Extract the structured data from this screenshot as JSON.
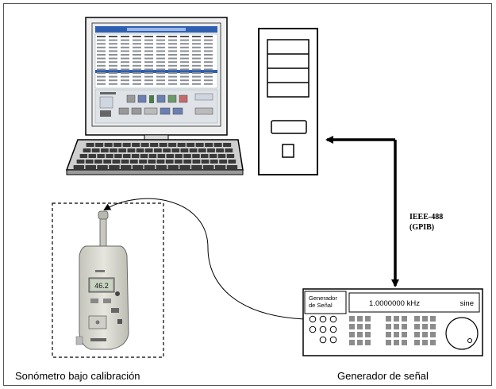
{
  "labels": {
    "link": "IEEE-488\n(GPIB)",
    "meter_caption": "Sonómetro bajo calibración",
    "gen_caption": "Generador de señal"
  },
  "generator": {
    "name": "Generador\nde Señal",
    "frequency": "1.0000000 kHz",
    "waveform": "sine"
  },
  "meter": {
    "reading": "46.2"
  },
  "icons": {
    "computer": "desktop-computer-icon",
    "tower": "pc-tower-icon",
    "meter": "sound-level-meter-icon",
    "generator": "signal-generator-icon"
  },
  "colors": {
    "screen_blue": "#2f5fb0",
    "arrow": "#000000",
    "meter_body": "#d8d8d0"
  }
}
